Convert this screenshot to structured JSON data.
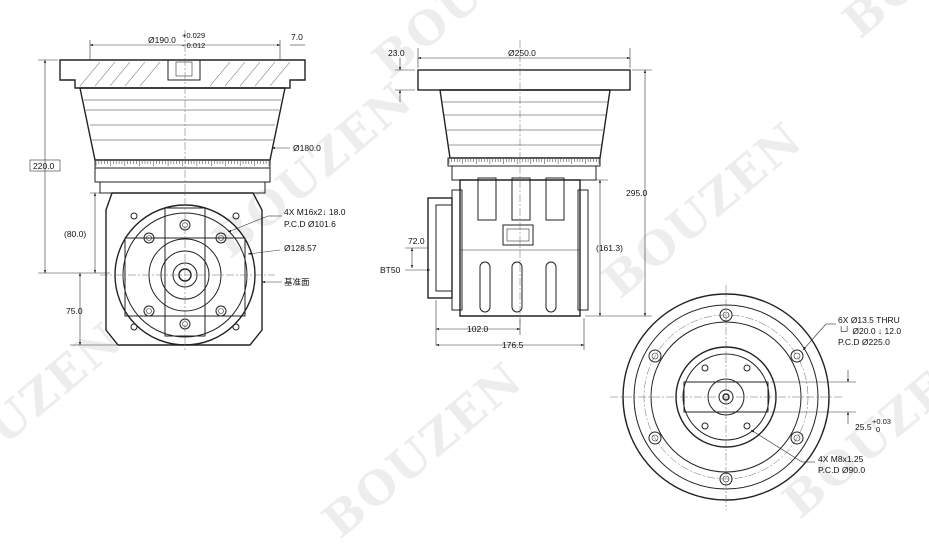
{
  "watermark": "BOUZEN",
  "front_view": {
    "dia_top": "Ø190.0",
    "tol_top_upper": "+0.029",
    "tol_top_lower": "- 0.012",
    "flange_thk": "7.0",
    "dia_180": "Ø180.0",
    "height_total": "220.0",
    "height_80": "(80.0)",
    "height_75": "75.0",
    "thread_spec": "4X M16x2↓ 18.0",
    "thread_pcd": "P.C.D Ø101.6",
    "dia_12857": "Ø128.57",
    "datum_face": "基准面"
  },
  "side_view": {
    "flange_thk": "23.0",
    "dia_250": "Ø250.0",
    "height_295": "295.0",
    "height_161": "(161.3)",
    "dim_72": "72.0",
    "bt_label": "BT50",
    "width_102": "102.0",
    "width_1765": "176.5"
  },
  "bottom_view": {
    "holes_spec": "6X Ø13.5 THRU",
    "cbore_spec": "└┘ Ø20.0 ↓ 12.0",
    "holes_pcd": "P.C.D Ø225.0",
    "key_dim": "25.5",
    "key_tol_upper": "+0.03",
    "key_tol_lower": "0",
    "small_thread": "4X M8x1.25",
    "small_pcd": "P.C.D Ø90.0"
  }
}
